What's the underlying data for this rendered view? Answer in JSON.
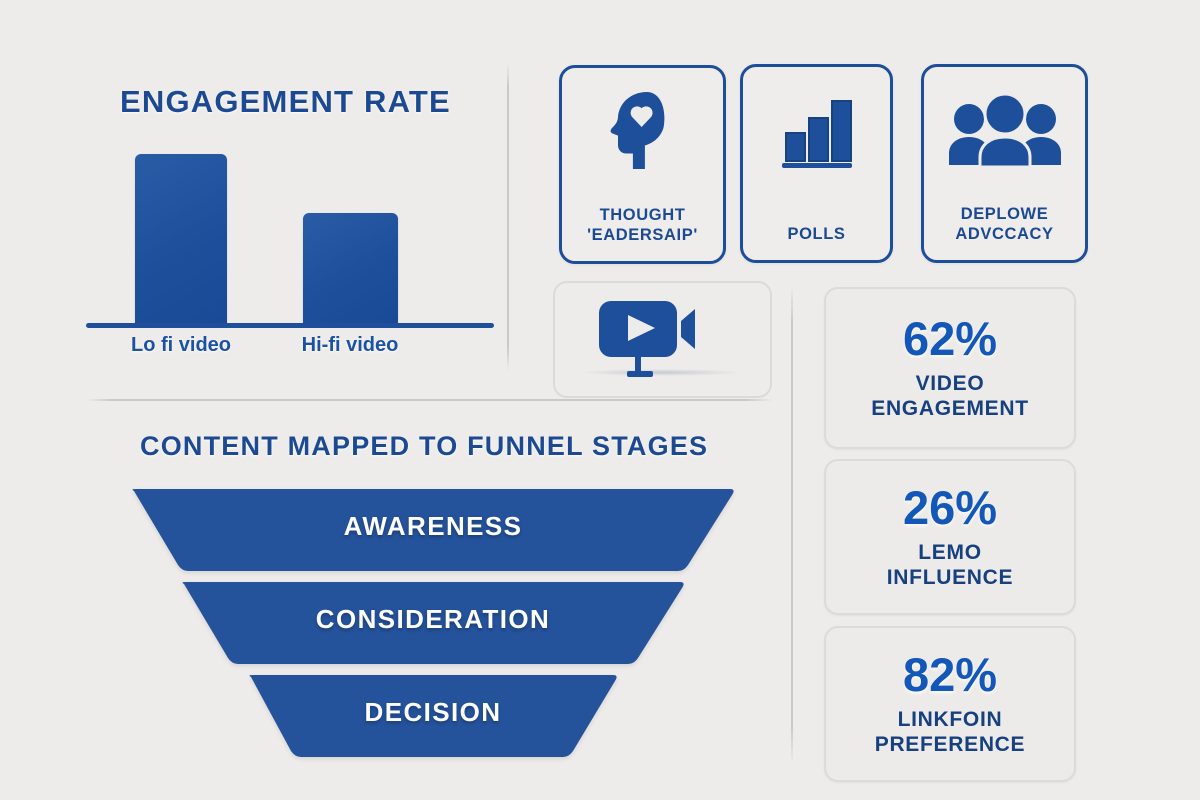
{
  "theme": {
    "background": "#eeecea",
    "brand_blue": "#1d4f9b",
    "title_blue": "#1c4a92",
    "stat_blue": "#1358b8",
    "divider": "#c8c8cd"
  },
  "engagement": {
    "title": "ENGAGEMENT RATE",
    "bars": [
      {
        "label": "Lo fi video",
        "value": 100
      },
      {
        "label": "Hi-fi video",
        "value": 65
      }
    ]
  },
  "chart_data": {
    "type": "bar",
    "title": "ENGAGEMENT RATE",
    "xlabel": "",
    "ylabel": "",
    "categories": [
      "Lo fi video",
      "Hi-fi video"
    ],
    "values": [
      100,
      65
    ],
    "ylim": [
      0,
      110
    ],
    "grid": false,
    "legend": false
  },
  "tactic_cards": [
    {
      "icon": "head-heart-icon",
      "line1": "THOUGHT",
      "line2": "'EADERSAIP'"
    },
    {
      "icon": "bar-chart-icon",
      "line1": "POLLS",
      "line2": ""
    },
    {
      "icon": "people-group-icon",
      "line1": "DEPLOWE",
      "line2": "ADVCCACY"
    }
  ],
  "video_card": {
    "icon": "video-camera-icon"
  },
  "funnel": {
    "title": "CONTENT MAPPED TO FUNNEL STAGES",
    "stages": [
      {
        "label": "AWARENESS"
      },
      {
        "label": "CONSIDERATION"
      },
      {
        "label": "DECISION"
      }
    ]
  },
  "stats": [
    {
      "value": "62%",
      "line1": "VIDEO",
      "line2": "ENGAGEMENT"
    },
    {
      "value": "26%",
      "line1": "LEMO",
      "line2": "INFLUENCE"
    },
    {
      "value": "82%",
      "line1": "LINKFOIN",
      "line2": "PREFERENCE"
    }
  ]
}
